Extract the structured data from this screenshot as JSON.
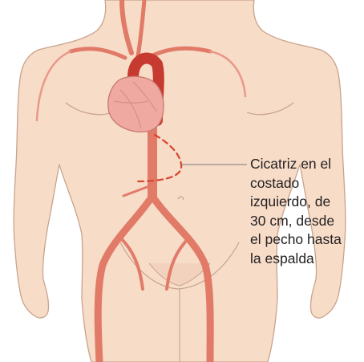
{
  "figure": {
    "callout_lines": [
      "Cicatriz en el",
      "costado",
      "izquierdo, de",
      "30 cm, desde",
      "el pecho hasta",
      "la espalda"
    ]
  },
  "colors": {
    "skin": "#f7dcc8",
    "skin_outline": "#c8a38e",
    "artery": "#e27a68",
    "aorta_dark": "#c73a30",
    "heart": "#efa9a0",
    "scar": "#d8442e",
    "leader_line": "#7a7a7a"
  }
}
